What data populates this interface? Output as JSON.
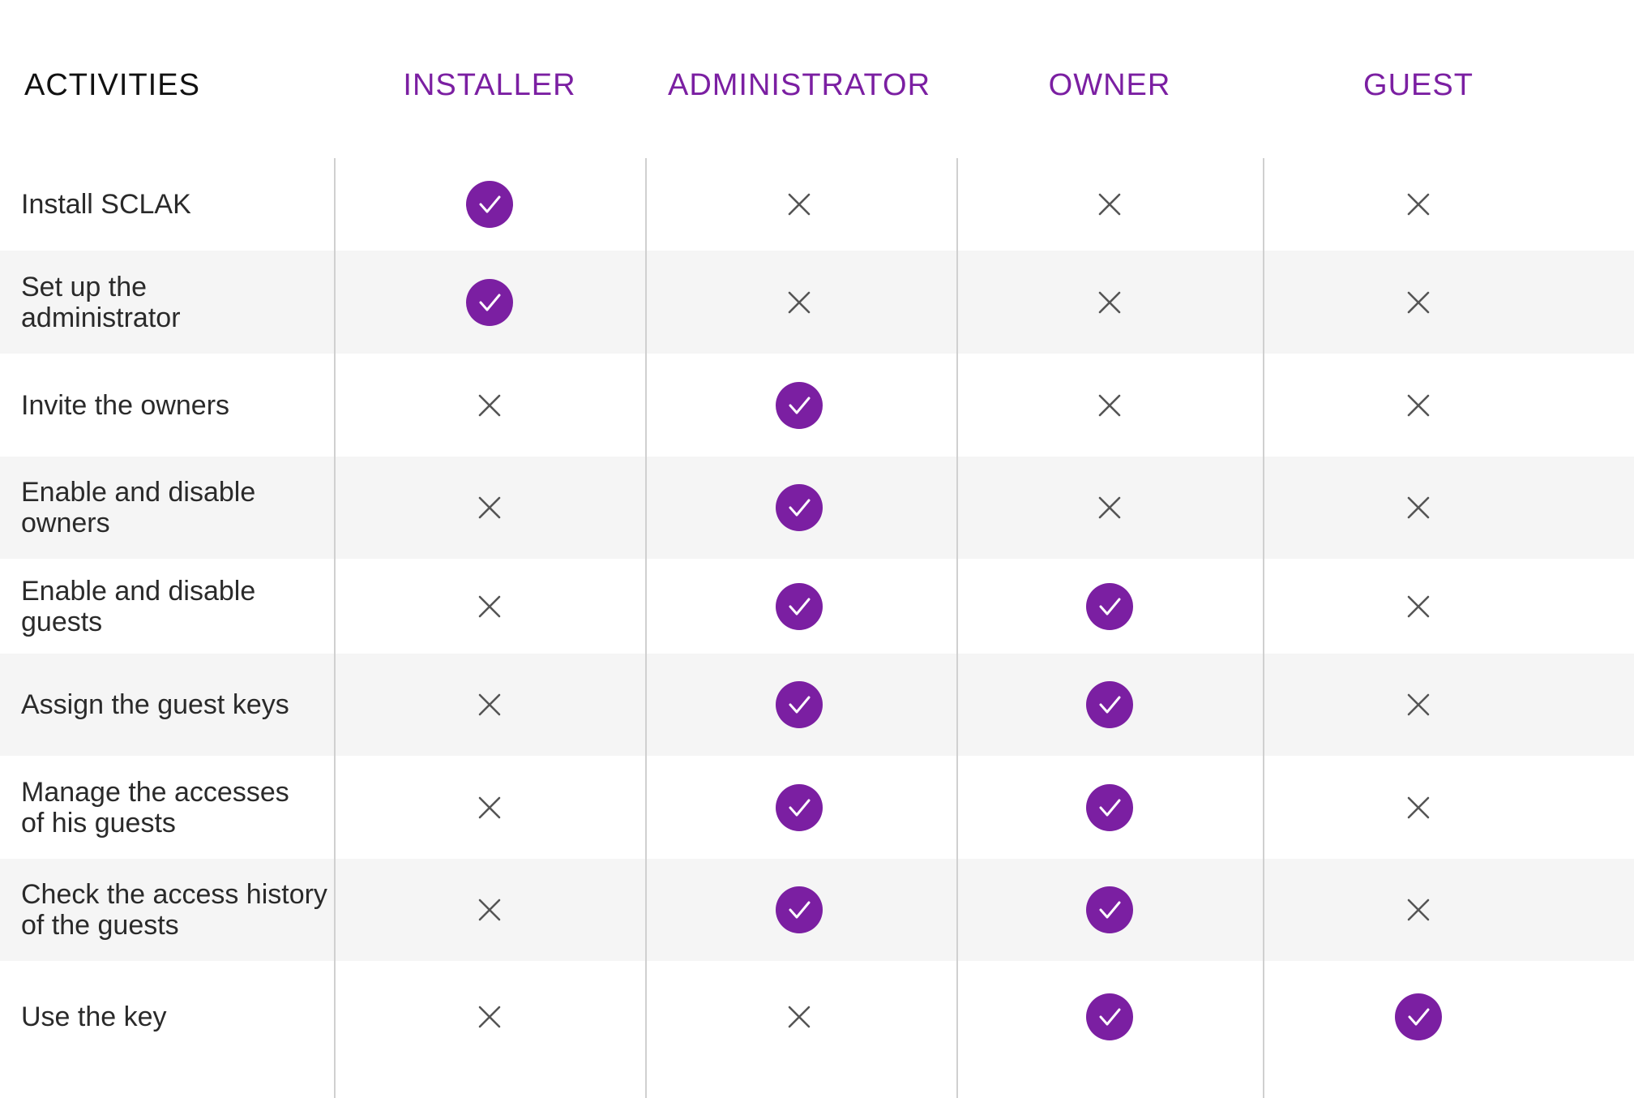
{
  "header": {
    "activities_label": "ACTIVITIES",
    "roles": [
      "INSTALLER",
      "ADMINISTRATOR",
      "OWNER",
      "GUEST"
    ]
  },
  "colors": {
    "accent": "#7b1fa2",
    "cross": "#555555",
    "row_shade": "#f5f5f5"
  },
  "icons": {
    "allowed": "check-circle-icon",
    "denied": "cross-icon"
  },
  "rows": [
    {
      "activity": "Install SCLAK",
      "permissions": [
        true,
        false,
        false,
        false
      ]
    },
    {
      "activity": "Set up the\nadministrator",
      "permissions": [
        true,
        false,
        false,
        false
      ]
    },
    {
      "activity": "Invite the owners",
      "permissions": [
        false,
        true,
        false,
        false
      ]
    },
    {
      "activity": "Enable and disable\nowners",
      "permissions": [
        false,
        true,
        false,
        false
      ]
    },
    {
      "activity": "Enable and disable guests",
      "permissions": [
        false,
        true,
        true,
        false
      ]
    },
    {
      "activity": "Assign the guest keys",
      "permissions": [
        false,
        true,
        true,
        false
      ]
    },
    {
      "activity": "Manage the accesses\nof his guests",
      "permissions": [
        false,
        true,
        true,
        false
      ]
    },
    {
      "activity": "Check the access history\nof the guests",
      "permissions": [
        false,
        true,
        true,
        false
      ]
    },
    {
      "activity": "Use the key",
      "permissions": [
        false,
        false,
        true,
        true
      ]
    }
  ]
}
